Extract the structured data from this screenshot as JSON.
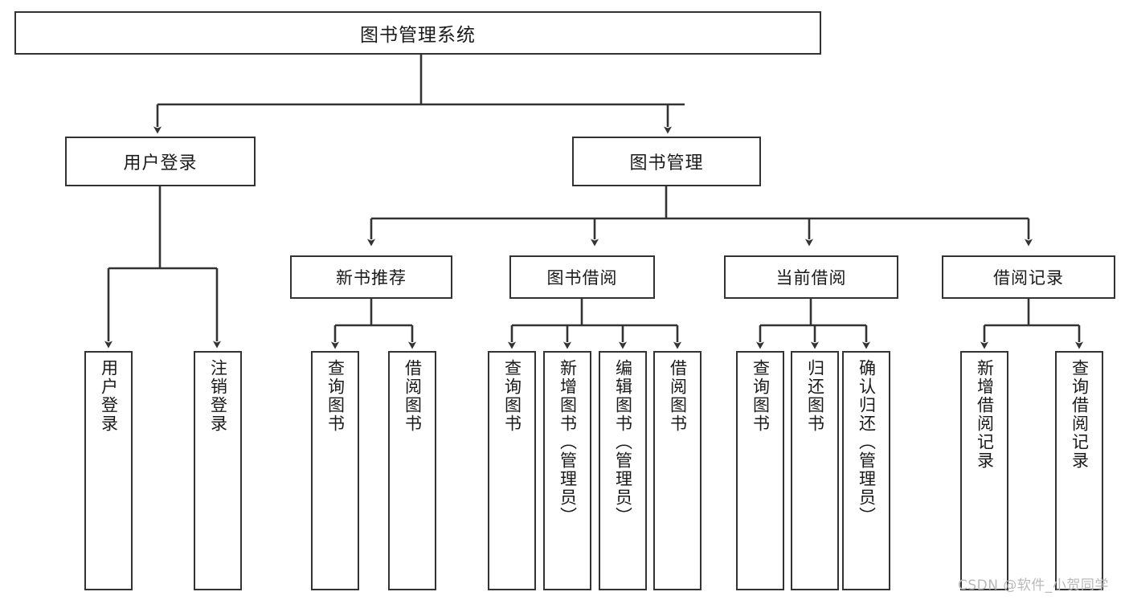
{
  "diagram": {
    "title": "图书管理系统",
    "type": "hierarchy-tree",
    "watermark": "CSDN @软件_小贺同学",
    "colors": {
      "stroke": "#333333",
      "fill": "#ffffff",
      "text": "#1a1a1a",
      "watermark": "#b9b9b9"
    },
    "root": {
      "label": "图书管理系统"
    },
    "level2": [
      {
        "label": "用户登录"
      },
      {
        "label": "图书管理"
      }
    ],
    "level3": [
      {
        "label": "新书推荐"
      },
      {
        "label": "图书借阅"
      },
      {
        "label": "当前借阅"
      },
      {
        "label": "借阅记录"
      }
    ],
    "leaves": {
      "user_login": [
        {
          "label": "用户登录"
        },
        {
          "label": "注销登录"
        }
      ],
      "new_book": [
        {
          "label": "查询图书"
        },
        {
          "label": "借阅图书"
        }
      ],
      "book_borrow": [
        {
          "label": "查询图书"
        },
        {
          "label": "新增图书（管理员）"
        },
        {
          "label": "编辑图书（管理员）"
        },
        {
          "label": "借阅图书"
        }
      ],
      "current_borrow": [
        {
          "label": "查询图书"
        },
        {
          "label": "归还图书"
        },
        {
          "label": "确认归还（管理员）"
        }
      ],
      "borrow_record": [
        {
          "label": "新增借阅记录"
        },
        {
          "label": "查询借阅记录"
        }
      ]
    }
  }
}
